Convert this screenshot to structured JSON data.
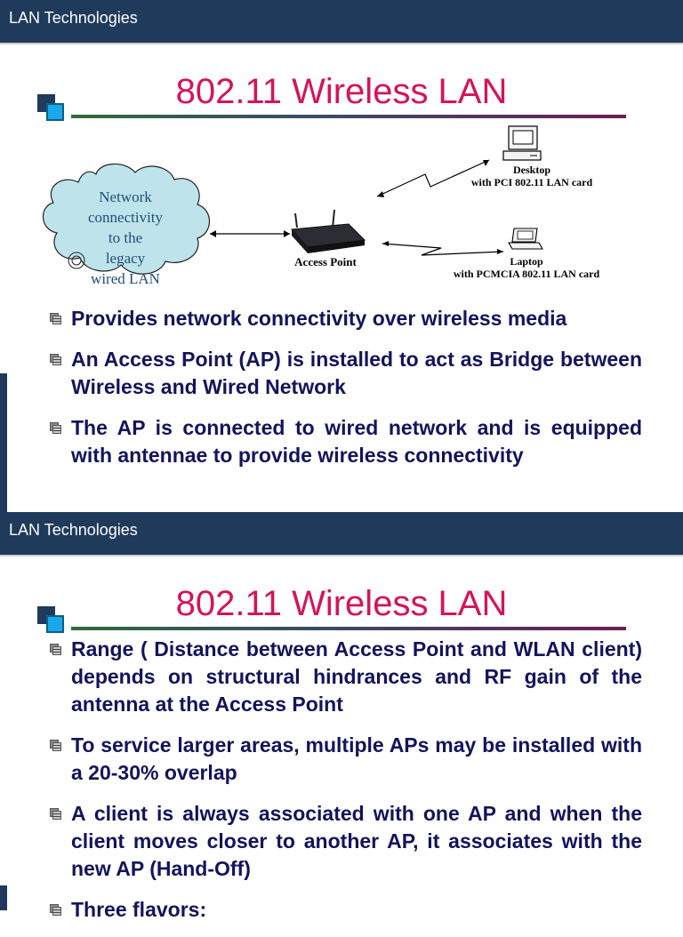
{
  "slides": [
    {
      "header": "LAN Technologies",
      "title": "802.11 Wireless LAN",
      "diagram": {
        "cloud_text": [
          "Network",
          "connectivity",
          "to the",
          "legacy",
          "wired LAN"
        ],
        "access_point": "Access Point",
        "desktop": [
          "Desktop",
          "with PCI 802.11 LAN card"
        ],
        "laptop": [
          "Laptop",
          "with PCMCIA 802.11 LAN card"
        ]
      },
      "bullets": [
        "Provides network connectivity over wireless media",
        "An Access Point (AP) is installed to act as Bridge between Wireless and Wired Network",
        "The AP is connected to wired network and is equipped with antennae to provide wireless connectivity"
      ]
    },
    {
      "header": "LAN Technologies",
      "title": "802.11 Wireless LAN",
      "bullets": [
        "Range ( Distance between Access Point and WLAN client) depends on structural hindrances and RF gain of the antenna at the Access Point",
        "To service larger areas, multiple APs may be installed with a 20-30% overlap",
        "A client is always associated with one AP and when the client moves closer to another AP, it associates with the new AP (Hand-Off)",
        "Three flavors:"
      ]
    }
  ],
  "colors": {
    "header_bg": "#1f3a5a",
    "title": "#d6135a",
    "bullet_text": "#13135e",
    "cloud_fill": "#bfe3ea"
  }
}
